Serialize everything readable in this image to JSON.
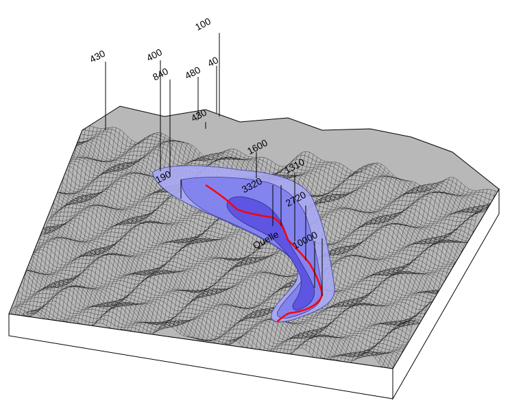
{
  "colors": {
    "mesh": "#000000",
    "terrain_fill": "#8a8a8a",
    "plume_outer": "#a8a8f4",
    "plume_mid": "#8080ee",
    "plume_inner": "#5a50e0",
    "flow_path": "#ff0000",
    "base": "#ffffff"
  },
  "labels": [
    {
      "text": "100"
    },
    {
      "text": "430"
    },
    {
      "text": "400"
    },
    {
      "text": "840"
    },
    {
      "text": "480"
    },
    {
      "text": "40"
    },
    {
      "text": "430"
    },
    {
      "text": "190"
    },
    {
      "text": "1600"
    },
    {
      "text": "3320"
    },
    {
      "text": "1310"
    },
    {
      "text": "2720"
    },
    {
      "text": "Quelle"
    },
    {
      "text": "10000"
    }
  ]
}
